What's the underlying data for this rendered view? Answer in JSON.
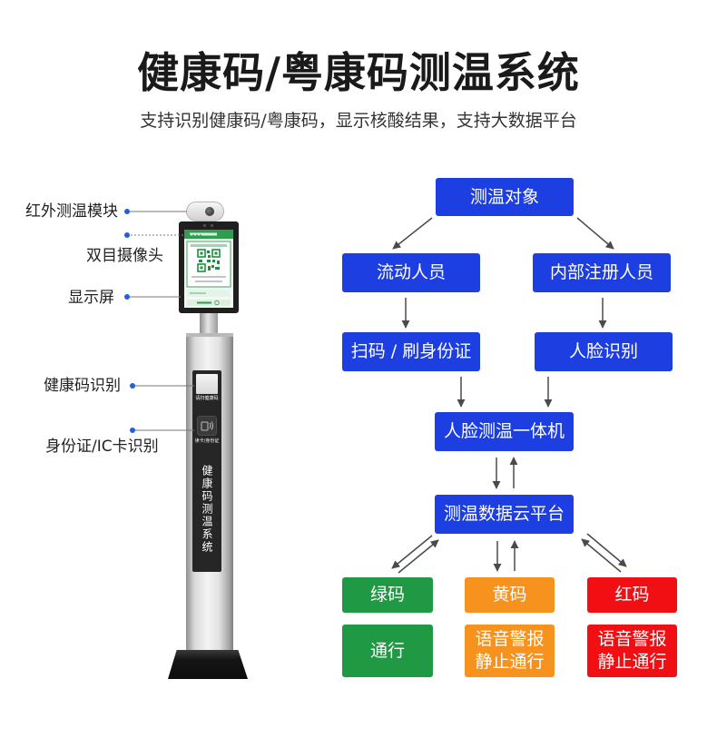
{
  "title": "健康码/粤康码测温系统",
  "subtitle": "支持识别健康码/粤康码，显示核酸结果，支持大数据平台",
  "device": {
    "labels": {
      "ir_module": "红外测温模块",
      "binocular_camera": "双目摄像头",
      "display": "显示屏",
      "health_code": "健康码识别",
      "id_card": "身份证/IC卡识别"
    },
    "scan_prompt": "请扫健康码",
    "card_prompt": "读卡/身份证",
    "pole_title": "健康码测温系统"
  },
  "flow": {
    "target": "测温对象",
    "visitors": "流动人员",
    "registered": "内部注册人员",
    "scan_id": "扫码 / 刷身份证",
    "face_recognition": "人脸识别",
    "terminal": "人脸测温一体机",
    "cloud": "测温数据云平台",
    "green_code": "绿码",
    "yellow_code": "黄码",
    "red_code": "红码",
    "green_action": "通行",
    "yellow_action": [
      "语音警报",
      "静止通行"
    ],
    "red_action": [
      "语音警报",
      "静止通行"
    ]
  },
  "colors": {
    "flow_blue": "#1d3fe2",
    "green": "#1f9944",
    "yellow": "#f7921e",
    "red": "#f20f14",
    "label_dot": "#1f5fe0",
    "arrow": "#4a4a4a"
  }
}
